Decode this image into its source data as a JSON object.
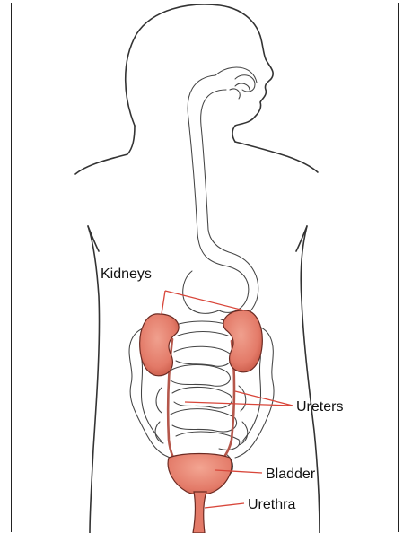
{
  "diagram": {
    "labels": {
      "kidneys": "Kidneys",
      "ureters": "Ureters",
      "bladder": "Bladder",
      "urethra": "Urethra"
    },
    "colors": {
      "organ_fill": "#e37a68",
      "organ_stroke": "#6b2a22",
      "leader_line": "#d8463a",
      "outline": "#333333"
    }
  }
}
